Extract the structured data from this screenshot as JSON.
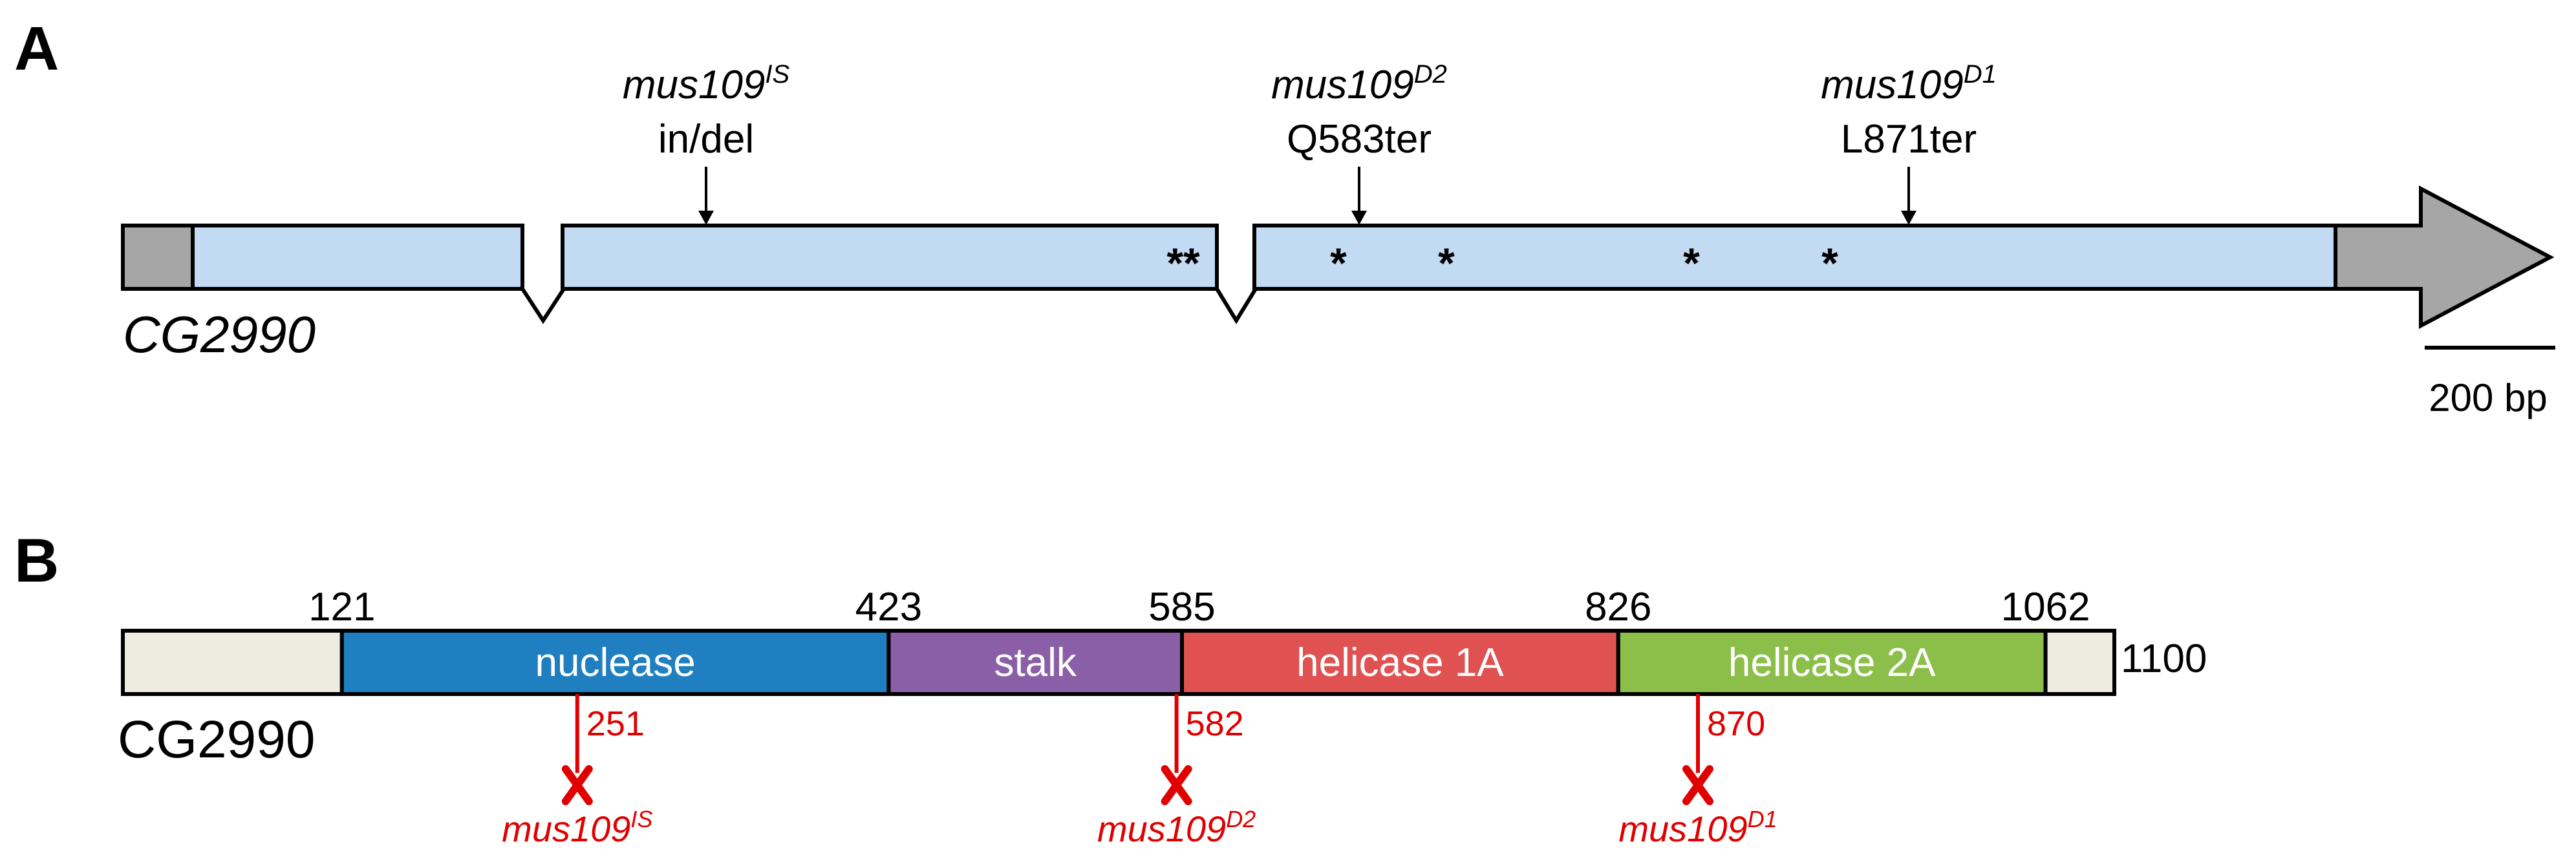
{
  "panel_a": {
    "letter": "A",
    "gene_label": "CG2990",
    "scale_bar_label": "200 bp",
    "annotations": [
      {
        "allele_base": "mus109",
        "allele_sup": "IS",
        "change": "in/del"
      },
      {
        "allele_base": "mus109",
        "allele_sup": "D2",
        "change": "Q583ter"
      },
      {
        "allele_base": "mus109",
        "allele_sup": "D1",
        "change": "L871ter"
      }
    ],
    "exon1_stars": "**",
    "exon3_stars": [
      "*",
      "*",
      "*",
      "*"
    ]
  },
  "panel_b": {
    "letter": "B",
    "protein_label": "CG2990",
    "length_label": "1100",
    "boundaries": [
      "121",
      "423",
      "585",
      "826",
      "1062"
    ],
    "domains": [
      {
        "name": "nuclease",
        "start": 121,
        "end": 423,
        "color": "#1f7fc0"
      },
      {
        "name": "stalk",
        "start": 423,
        "end": 585,
        "color": "#8a5fa8"
      },
      {
        "name": "helicase 1A",
        "start": 585,
        "end": 826,
        "color": "#e05252"
      },
      {
        "name": "helicase 2A",
        "start": 826,
        "end": 1062,
        "color": "#8bbf4a"
      }
    ],
    "mutations": [
      {
        "position": "251",
        "allele_base": "mus109",
        "allele_sup": "IS"
      },
      {
        "position": "582",
        "allele_base": "mus109",
        "allele_sup": "D2"
      },
      {
        "position": "870",
        "allele_base": "mus109",
        "allele_sup": "D1"
      }
    ]
  },
  "colors": {
    "exon_fill": "#c3daf3",
    "utr_fill": "#a6a6a6",
    "protein_end_fill": "#eeece0",
    "mutation_red": "#e00000",
    "outline": "#000000"
  }
}
